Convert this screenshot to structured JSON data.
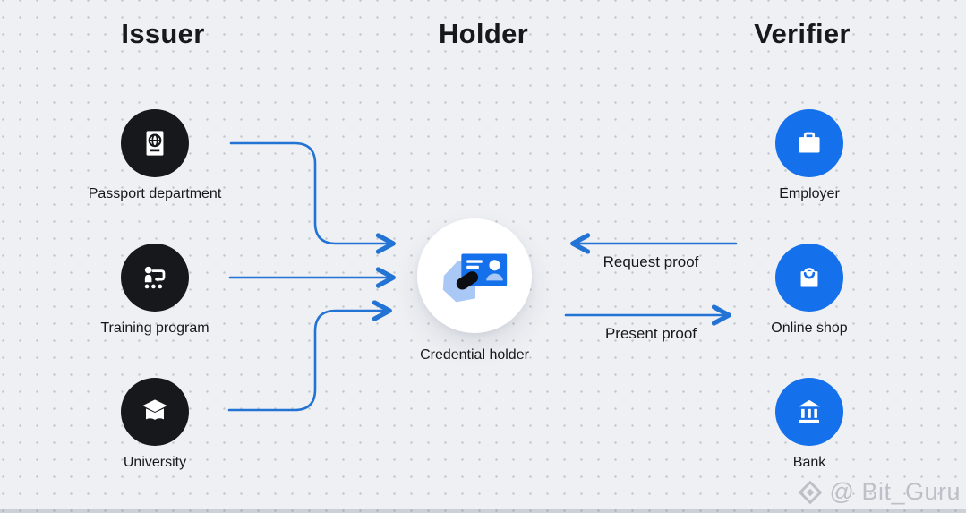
{
  "columns": {
    "issuer": {
      "title": "Issuer"
    },
    "holder": {
      "title": "Holder"
    },
    "verifier": {
      "title": "Verifier"
    }
  },
  "issuer_nodes": [
    {
      "label": "Passport department",
      "icon": "passport-icon"
    },
    {
      "label": "Training program",
      "icon": "training-program-icon"
    },
    {
      "label": "University",
      "icon": "graduation-cap-icon"
    }
  ],
  "holder_node": {
    "label": "Credential holder",
    "icon": "id-card-in-hand-icon"
  },
  "verifier_nodes": [
    {
      "label": "Employer",
      "icon": "briefcase-icon"
    },
    {
      "label": "Online shop",
      "icon": "shopping-bag-icon"
    },
    {
      "label": "Bank",
      "icon": "bank-icon"
    }
  ],
  "flow_labels": {
    "request": "Request proof",
    "present": "Present proof"
  },
  "watermark": {
    "handle": "@ Bit_Guru",
    "logo": "binance-diamond-icon"
  },
  "colors": {
    "bg": "#eef0f4",
    "dot": "#c3c6cf",
    "ink": "#17181c",
    "node-dark": "#17181c",
    "accent": "#1570eb",
    "arrow": "#2273d3",
    "accent-light": "#a9c8f6",
    "watermark": "#b9bcc3"
  }
}
